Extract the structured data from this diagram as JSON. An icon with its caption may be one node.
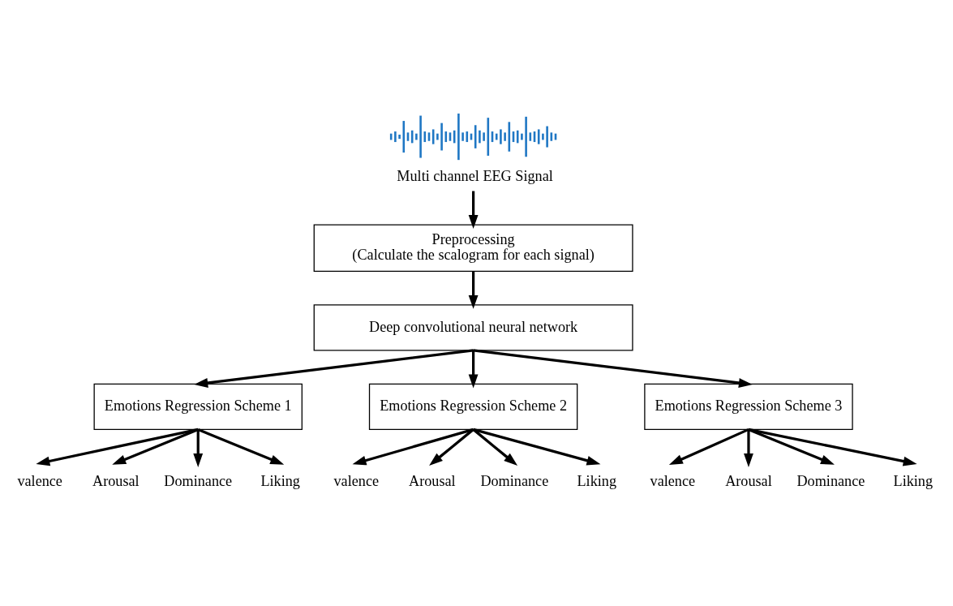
{
  "diagram": {
    "nodes": [
      {
        "text": [],
        "shape": "picture",
        "beside": [
          "Multi channel EEG Signal"
        ]
      },
      {
        "text": [
          "Preprocessing",
          "(Calculate the scalogram for each signal)"
        ]
      },
      {
        "text": [
          "Deep convolutional neural network"
        ]
      },
      {
        "text": [
          "Emotions Regression Scheme 1"
        ]
      },
      {
        "text": [
          "Emotions Regression Scheme 2"
        ]
      },
      {
        "text": [
          "Emotions Regression Scheme 3"
        ]
      },
      {
        "text": [
          "valence"
        ]
      },
      {
        "text": [
          "Arousal"
        ]
      },
      {
        "text": [
          "Dominance"
        ]
      },
      {
        "text": [
          "Liking"
        ]
      },
      {
        "text": [
          "valence"
        ]
      },
      {
        "text": [
          "Arousal"
        ]
      },
      {
        "text": [
          "Dominance"
        ]
      },
      {
        "text": [
          "Liking"
        ]
      },
      {
        "text": [
          "valence"
        ]
      },
      {
        "text": [
          "Arousal"
        ]
      },
      {
        "text": [
          "Dominance"
        ]
      },
      {
        "text": [
          "Liking"
        ]
      }
    ],
    "edges": [
      {
        "from": 0,
        "to": 1,
        "arrow": "to"
      },
      {
        "from": 1,
        "to": 2,
        "arrow": "to"
      },
      {
        "from": 2,
        "to": 3,
        "arrow": "to"
      },
      {
        "from": 2,
        "to": 4,
        "arrow": "to"
      },
      {
        "from": 2,
        "to": 5,
        "arrow": "to"
      },
      {
        "from": 3,
        "to": 6,
        "arrow": "to"
      },
      {
        "from": 3,
        "to": 7,
        "arrow": "to"
      },
      {
        "from": 3,
        "to": 8,
        "arrow": "to"
      },
      {
        "from": 3,
        "to": 9,
        "arrow": "to"
      },
      {
        "from": 4,
        "to": 10,
        "arrow": "to"
      },
      {
        "from": 4,
        "to": 11,
        "arrow": "to"
      },
      {
        "from": 4,
        "to": 12,
        "arrow": "to"
      },
      {
        "from": 4,
        "to": 13,
        "arrow": "to"
      },
      {
        "from": 5,
        "to": 14,
        "arrow": "to"
      },
      {
        "from": 5,
        "to": 15,
        "arrow": "to"
      },
      {
        "from": 5,
        "to": 16,
        "arrow": "to"
      },
      {
        "from": 5,
        "to": 17,
        "arrow": "to"
      }
    ]
  }
}
